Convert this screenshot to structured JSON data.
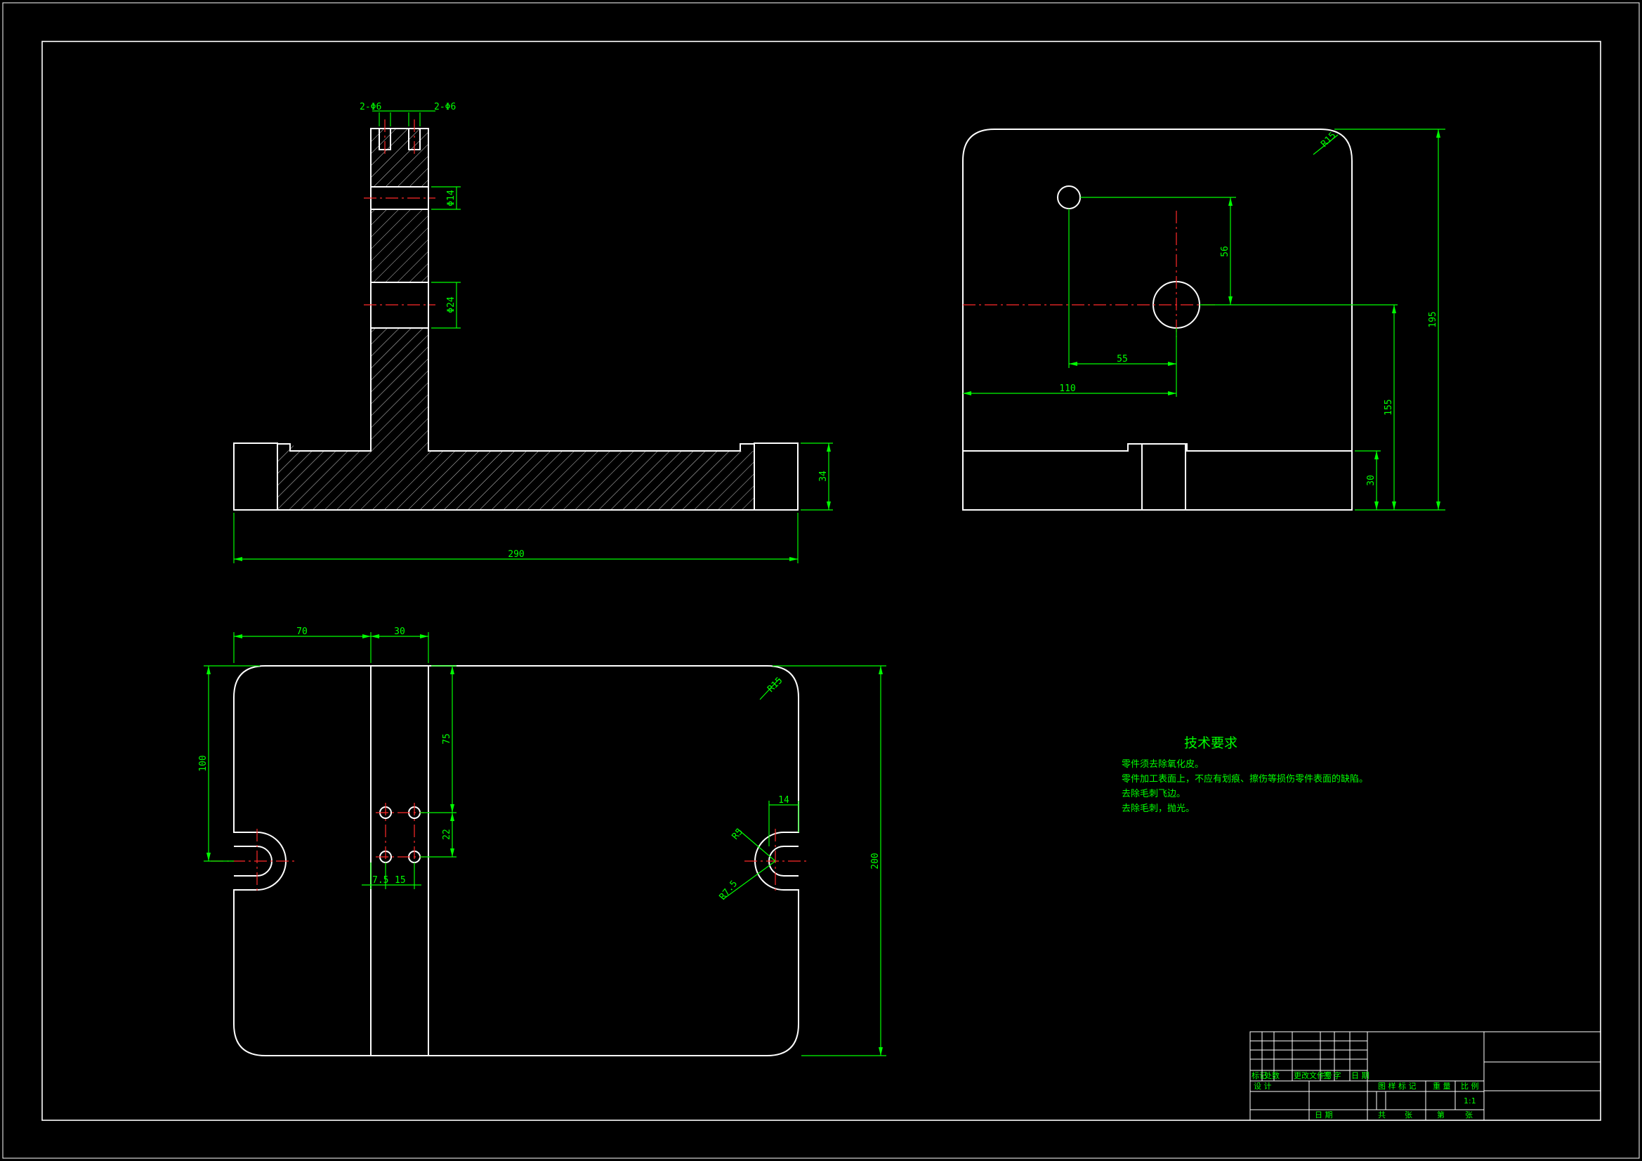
{
  "dims": {
    "front_width": "290",
    "front_base_height": "34",
    "top_slot_left": "2-Φ6",
    "top_slot_right": "2-Φ6",
    "hole_upper": "Φ14",
    "hole_lower": "Φ24",
    "side_radius": "R15",
    "side_v56": "56",
    "side_h55": "55",
    "side_h110": "110",
    "side_v155": "155",
    "side_v195": "195",
    "side_v30": "30",
    "plan_70": "70",
    "plan_30": "30",
    "plan_100": "100",
    "plan_75": "75",
    "plan_22": "22",
    "plan_7_5": "7.5",
    "plan_15": "15",
    "plan_200": "200",
    "plan_r15": "R15",
    "plan_14": "14",
    "plan_r5": "R5",
    "plan_r7_5": "R7.5"
  },
  "notes": {
    "title": "技术要求",
    "lines": [
      "零件须去除氧化皮。",
      "零件加工表面上，不应有划痕、擦伤等损伤零件表面的缺陷。",
      "去除毛刺飞边。",
      "去除毛刺，抛光。"
    ]
  },
  "title_block": {
    "h_mark": "标记",
    "h_count": "处数",
    "h_zone": "更改文件号",
    "h_sign": "签 字",
    "h_date": "日 期",
    "design": "设 计",
    "date": "日 期",
    "stage": "图 样 标 记",
    "weight": "重 量",
    "scale_label": "比 例",
    "scale": "1:1",
    "sheet": "共",
    "sheet2": "张",
    "page": "第",
    "page2": "张"
  },
  "colors": {
    "background": "#000000",
    "geometry": "#ffffff",
    "dimension": "#00ff00",
    "centerline": "#ff2a2a"
  }
}
